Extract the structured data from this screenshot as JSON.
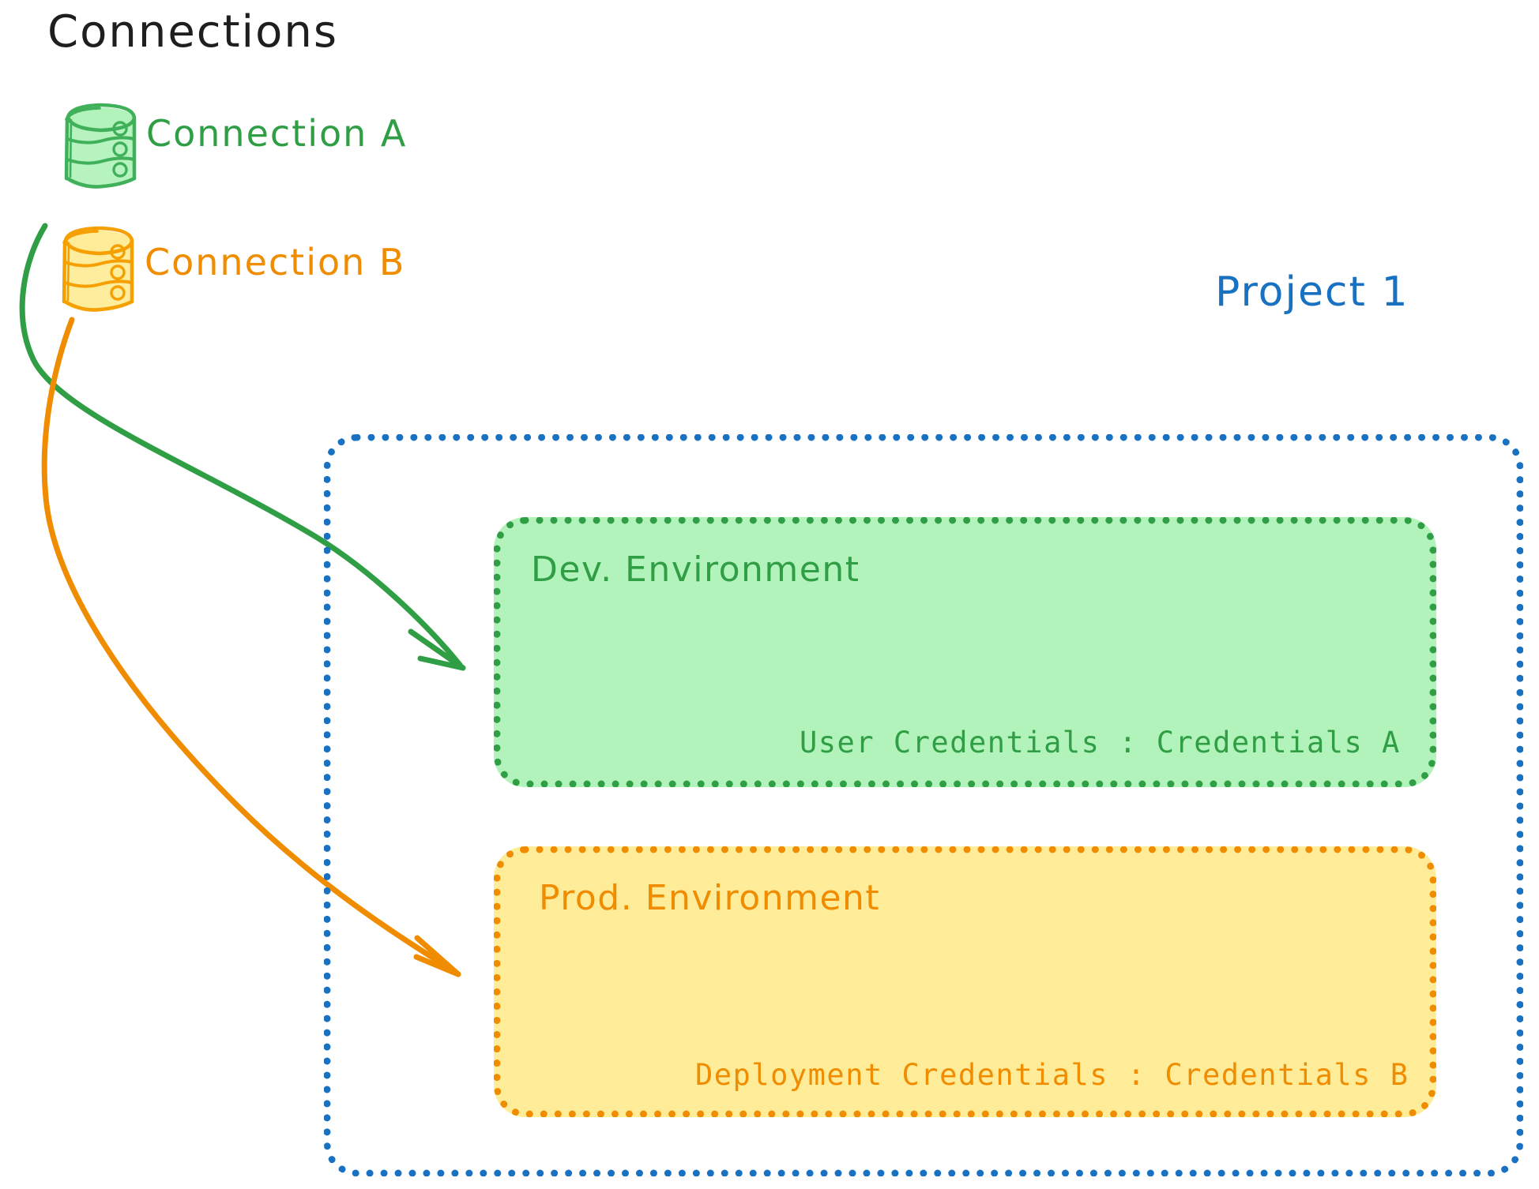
{
  "diagram": {
    "title": "Connections",
    "connections": [
      {
        "id": "connection-a",
        "label": "Connection A",
        "color": "#2f9e44",
        "icon": "database-icon"
      },
      {
        "id": "connection-b",
        "label": "Connection B",
        "color": "#f08c00",
        "icon": "database-icon"
      }
    ],
    "project": {
      "label": "Project 1",
      "color": "#1971c2",
      "environments": [
        {
          "id": "dev-environment",
          "title": "Dev. Environment",
          "credentials": "User Credentials : Credentials A",
          "color": "#2f9e44",
          "fill": "#b2f2bb"
        },
        {
          "id": "prod-environment",
          "title": "Prod. Environment",
          "credentials": "Deployment Credentials : Credentials B",
          "color": "#f08c00",
          "fill": "#ffec99"
        }
      ]
    },
    "edges": [
      {
        "id": "connection-a-to-dev",
        "from": "Connection A",
        "to": "Dev. Environment",
        "color": "#2f9e44"
      },
      {
        "id": "connection-b-to-prod",
        "from": "Connection B",
        "to": "Prod. Environment",
        "color": "#f08c00"
      }
    ]
  }
}
